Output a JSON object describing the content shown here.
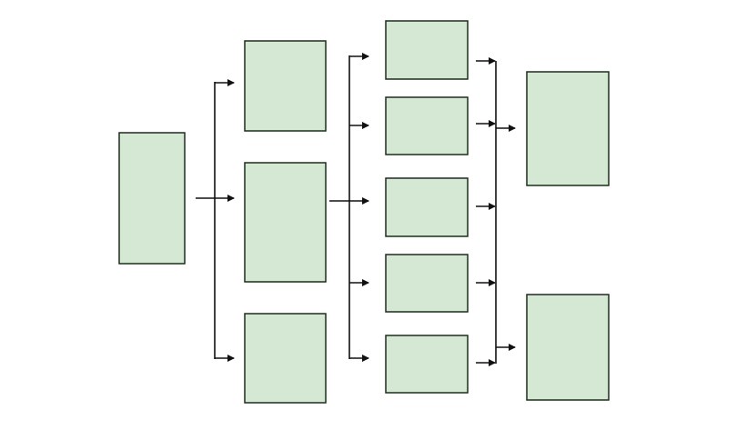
{
  "colors": {
    "background": "#ffffff",
    "box_fill": "#d5e8d4",
    "box_stroke": "#1f2d1f",
    "connector": "#111111"
  },
  "diagram": {
    "type": "flowchart",
    "direction": "left-to-right",
    "stages": [
      {
        "name": "stage-1",
        "boxes": [
          {
            "id": "n1",
            "label": ""
          }
        ]
      },
      {
        "name": "stage-2",
        "boxes": [
          {
            "id": "n2a",
            "label": ""
          },
          {
            "id": "n2b",
            "label": ""
          },
          {
            "id": "n2c",
            "label": ""
          }
        ]
      },
      {
        "name": "stage-3",
        "boxes": [
          {
            "id": "n3a",
            "label": ""
          },
          {
            "id": "n3b",
            "label": ""
          },
          {
            "id": "n3c",
            "label": ""
          },
          {
            "id": "n3d",
            "label": ""
          },
          {
            "id": "n3e",
            "label": ""
          }
        ]
      },
      {
        "name": "stage-4",
        "boxes": [
          {
            "id": "n4a",
            "label": ""
          },
          {
            "id": "n4b",
            "label": ""
          }
        ]
      }
    ],
    "connections": [
      {
        "from": "n1",
        "to": [
          "n2a",
          "n2b",
          "n2c"
        ]
      },
      {
        "from": "n2b",
        "to": [
          "n3a",
          "n3b",
          "n3c",
          "n3d",
          "n3e"
        ]
      },
      {
        "from": [
          "n3a",
          "n3b",
          "n3c",
          "n3d",
          "n3e"
        ],
        "to": [
          "n4a",
          "n4b"
        ]
      }
    ]
  }
}
